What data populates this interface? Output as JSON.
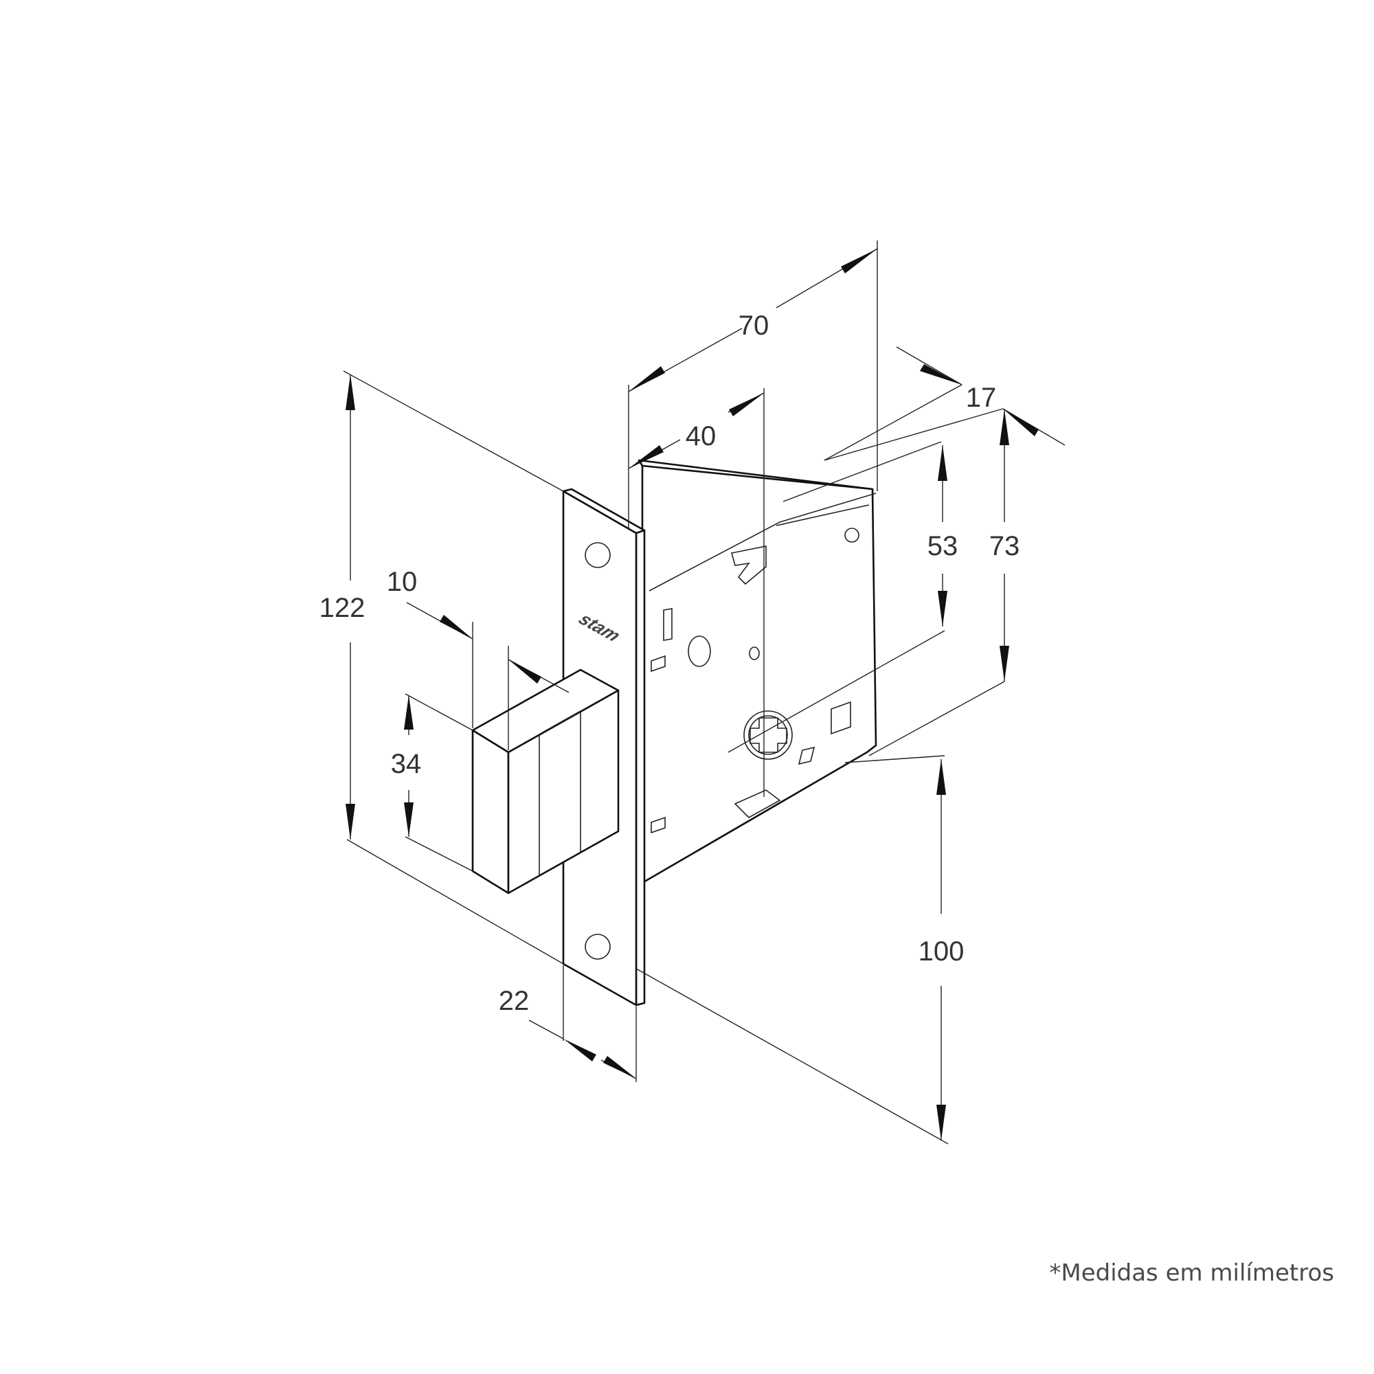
{
  "drawing": {
    "brand_logo": "stam",
    "dimensions": {
      "backset_total": "70",
      "backset_center": "40",
      "faceplate_depth": "17",
      "spacing_53": "53",
      "body_height": "73",
      "faceplate_height": "122",
      "latch_offset": "10",
      "latch_height": "34",
      "faceplate_width": "22",
      "handle_to_key_spacing": "100"
    }
  },
  "footnote": "*Medidas em milímetros"
}
